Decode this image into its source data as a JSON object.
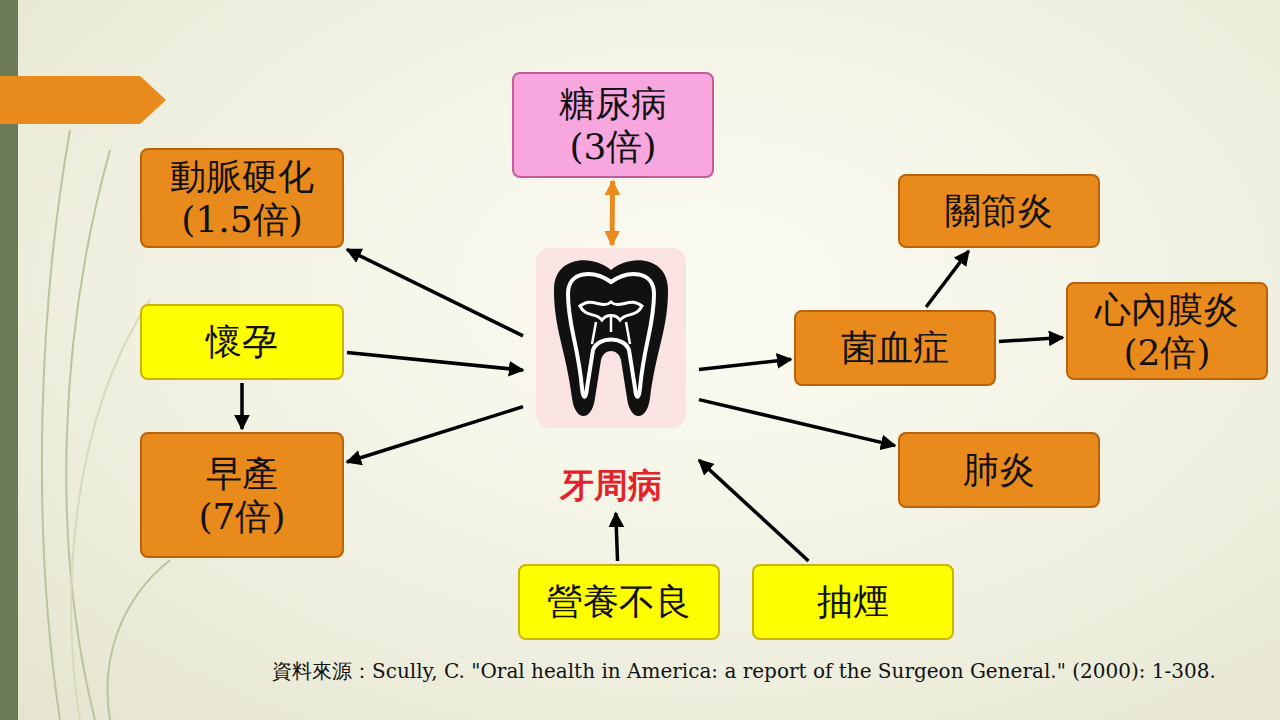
{
  "diagram": {
    "caption": "資料來源：Scully, C. \"Oral health in America: a report of the Surgeon General.\" (2000): 1-308.",
    "nodes": [
      {
        "text": [
          "糖尿病",
          "(3倍)"
        ]
      },
      {
        "text": [
          "動脈硬化",
          "(1.5倍)"
        ]
      },
      {
        "text": [
          "關節炎"
        ]
      },
      {
        "text": [
          "懷孕"
        ]
      },
      {
        "text": [
          "菌血症"
        ]
      },
      {
        "text": [
          "心內膜炎",
          "(2倍)"
        ]
      },
      {
        "text": [
          "早產",
          "(7倍)"
        ]
      },
      {
        "text": [
          "牙周病"
        ]
      },
      {
        "text": [
          "肺炎"
        ]
      },
      {
        "text": [
          "營養不良"
        ]
      },
      {
        "text": [
          "抽煙"
        ]
      }
    ],
    "edges": [
      {
        "from": 0,
        "to": 7,
        "arrow": "both"
      },
      {
        "from": 7,
        "to": 1,
        "arrow": "to"
      },
      {
        "from": 3,
        "to": 7,
        "arrow": "to"
      },
      {
        "from": 3,
        "to": 6,
        "arrow": "to"
      },
      {
        "from": 7,
        "to": 6,
        "arrow": "to"
      },
      {
        "from": 7,
        "to": 4,
        "arrow": "to"
      },
      {
        "from": 4,
        "to": 2,
        "arrow": "to"
      },
      {
        "from": 4,
        "to": 5,
        "arrow": "to"
      },
      {
        "from": 7,
        "to": 8,
        "arrow": "to"
      },
      {
        "from": 9,
        "to": 7,
        "arrow": "to"
      },
      {
        "from": 10,
        "to": 7,
        "arrow": "to"
      }
    ]
  }
}
